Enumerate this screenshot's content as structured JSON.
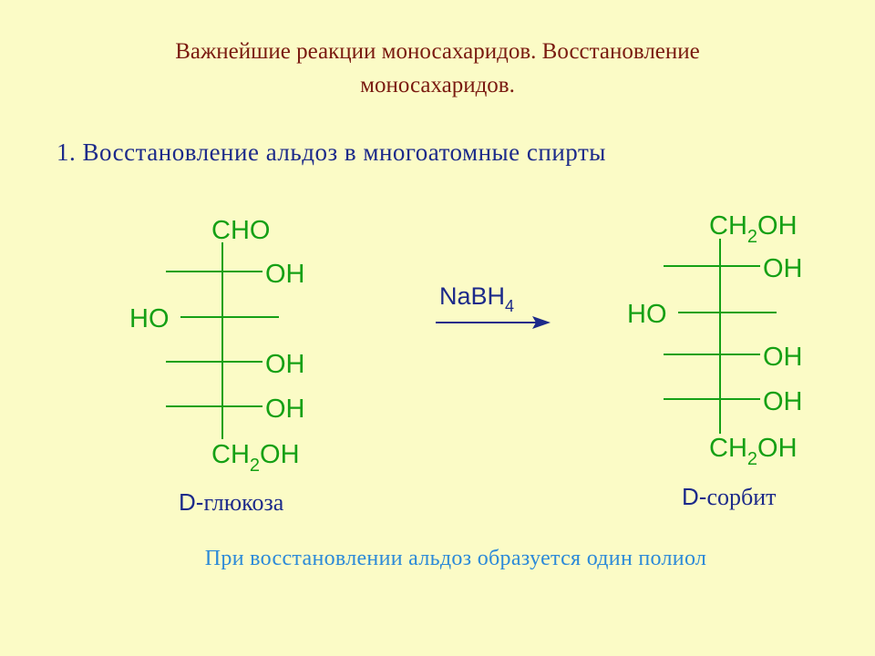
{
  "title_line1": "Важнейшие реакции моносахаридов. Восстановление",
  "title_line2": "моносахаридов.",
  "subtitle": "1. Восстановление альдоз в многоатомные спирты",
  "reactant": {
    "top": "CHO",
    "right_groups": [
      "OH",
      "OH",
      "OH"
    ],
    "left_group": "HO",
    "bottom_main": "CH",
    "bottom_sub": "2",
    "bottom_tail": "OH",
    "name_prefix": "D-",
    "name_rest": "глюкоза"
  },
  "reagent": {
    "main": "NaBH",
    "sub": "4"
  },
  "product": {
    "top_main": "CH",
    "top_sub": "2",
    "top_tail": "OH",
    "right_groups": [
      "OH",
      "OH",
      "OH"
    ],
    "left_group": "HO",
    "bottom_main": "CH",
    "bottom_sub": "2",
    "bottom_tail": "OH",
    "name_prefix": "D-",
    "name_rest": "сорбит"
  },
  "note": "При восстановлении альдоз образуется один полиол",
  "colors": {
    "background": "#fbfbc6",
    "title": "#7a1a10",
    "heading": "#1c2a8a",
    "structure": "#15a015",
    "note": "#2c8ad8"
  }
}
